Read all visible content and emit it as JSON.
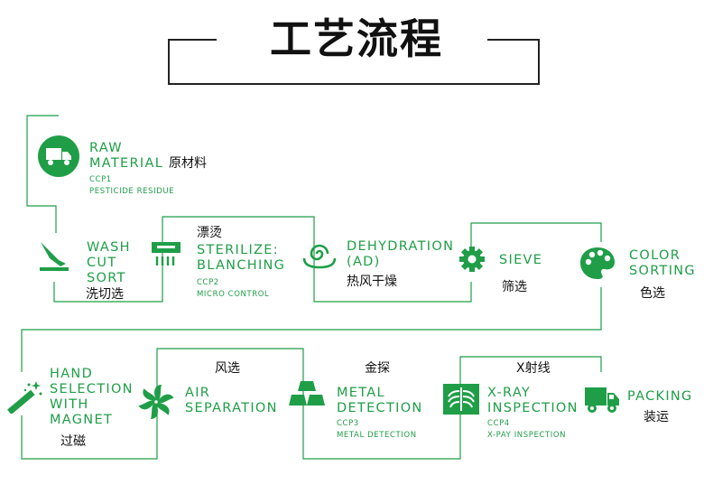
{
  "title": "工艺流程",
  "steps": {
    "raw_material": {
      "en1": "RAW",
      "en2": "MATERIAL",
      "zh": "原材料",
      "code": "CCP1",
      "note": "PESTICIDE RESIDUE"
    },
    "wash": {
      "en1": "WASH",
      "en2": "CUT",
      "en3": "SORT",
      "zh": "洗切选"
    },
    "sterilize": {
      "zh": "漂烫",
      "en1": "STERILIZE:",
      "en2": "BLANCHING",
      "code": "CCP2",
      "note": "MICRO CONTROL"
    },
    "dehydration": {
      "en1": "DEHYDRATION",
      "en2": "(AD)",
      "zh": "热风干燥"
    },
    "sieve": {
      "en": "SIEVE",
      "zh": "筛选"
    },
    "color_sorting": {
      "en1": "COLOR",
      "en2": "SORTING",
      "zh": "色选"
    },
    "hand_selection": {
      "en1": "HAND",
      "en2": "SELECTION",
      "en3": "WITH",
      "en4": "MAGNET",
      "zh": "过磁"
    },
    "air_separation": {
      "zh": "风选",
      "en1": "AIR",
      "en2": "SEPARATION"
    },
    "metal_detection": {
      "zh": "金探",
      "en1": "METAL",
      "en2": "DETECTION",
      "code": "CCP3",
      "note": "METAL DETECTION"
    },
    "xray": {
      "zh": "X射线",
      "en1": "X-RAY",
      "en2": "INSPECTION",
      "code": "CCP4",
      "note": "X-PAY INSPECTION"
    },
    "packing": {
      "en": "PACKING",
      "zh": "装运"
    }
  },
  "icons": [
    "truck-icon",
    "knife-icon",
    "steam-icon",
    "spiral-icon",
    "gear-icon",
    "palette-icon",
    "magic-wand-icon",
    "fan-icon",
    "gold-bars-icon",
    "xray-ribcage-icon",
    "truck-icon"
  ],
  "colors": {
    "accent": "#1f9e47",
    "text": "#111111"
  }
}
